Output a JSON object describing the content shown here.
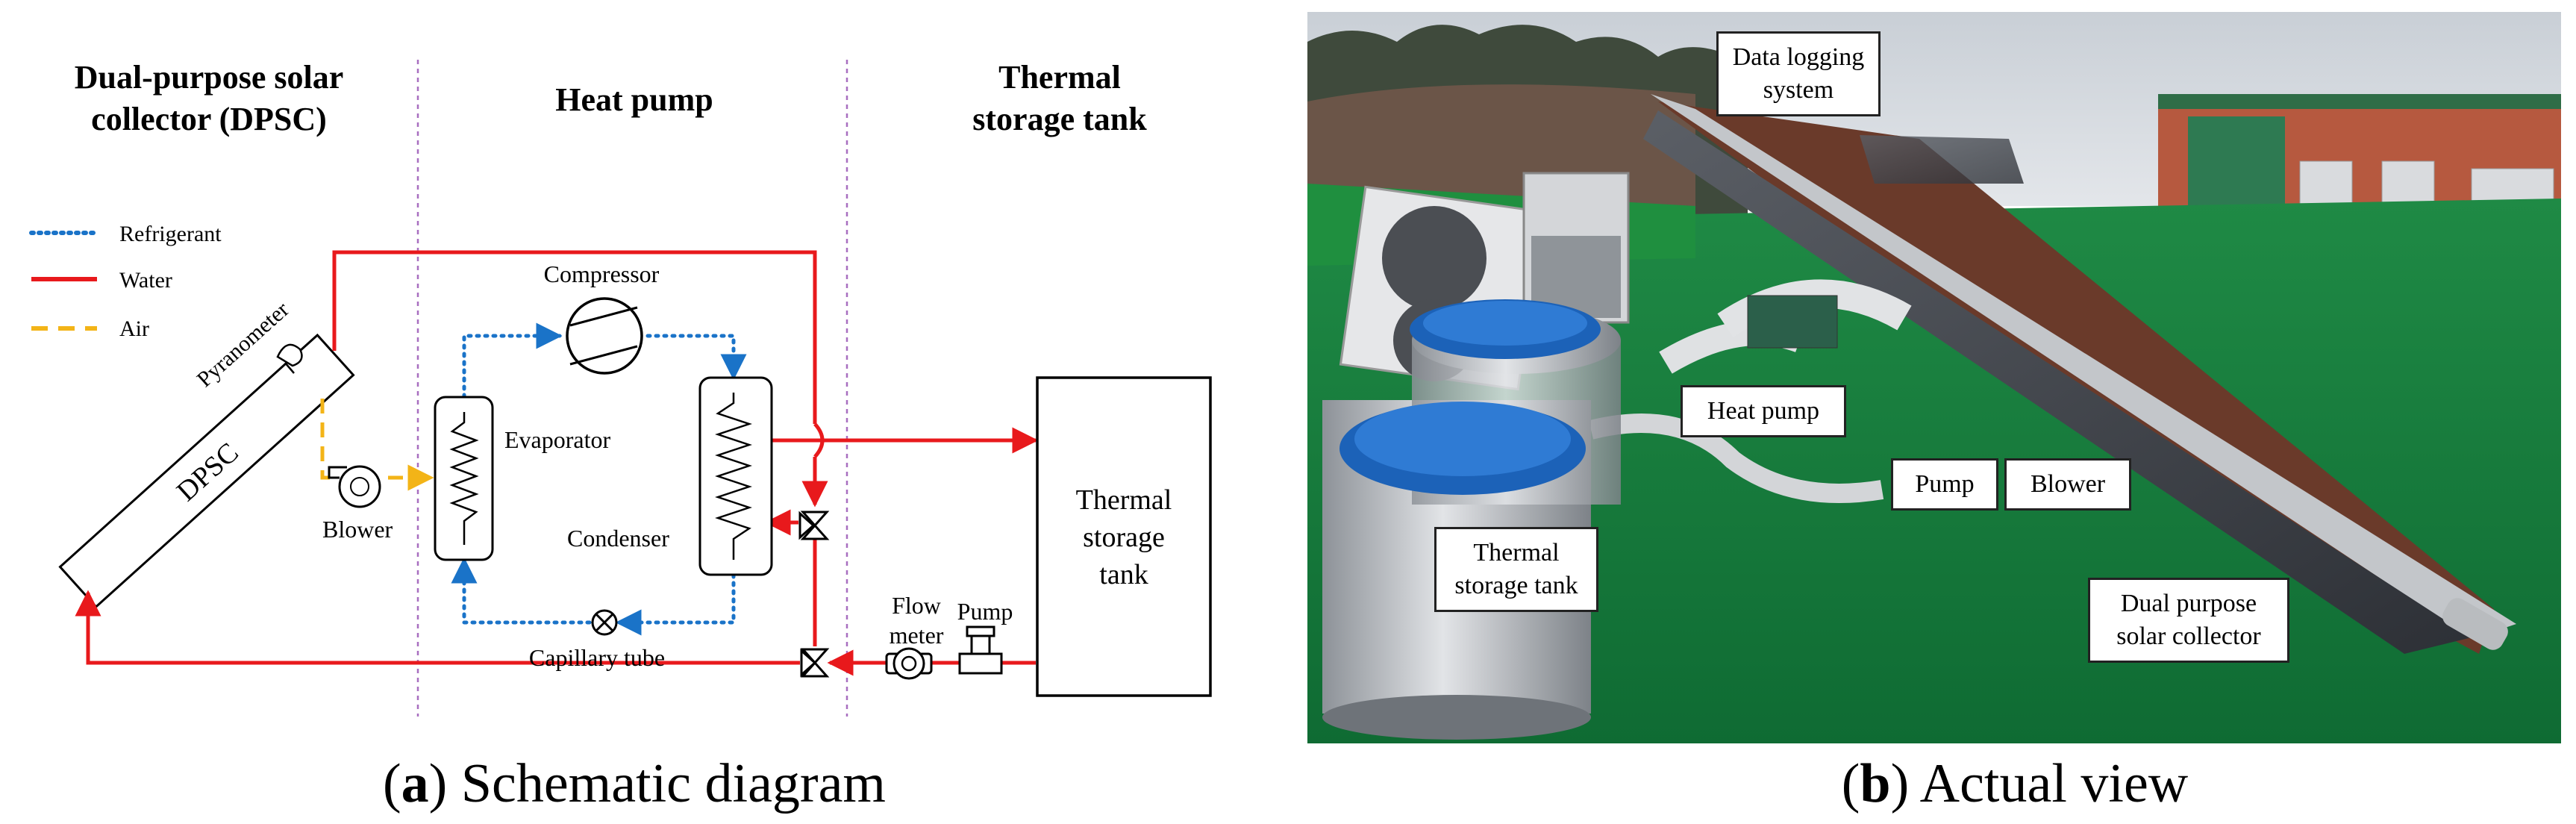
{
  "schematic": {
    "sections": {
      "dpsc_title_line1": "Dual-purpose solar",
      "dpsc_title_line2": "collector (DPSC)",
      "heat_pump_title": "Heat pump",
      "tank_title_line1": "Thermal",
      "tank_title_line2": "storage tank"
    },
    "legend": [
      {
        "label": "Refrigerant",
        "color": "#1a73c8",
        "style": "dotted"
      },
      {
        "label": "Water",
        "color": "#e8191c",
        "style": "solid"
      },
      {
        "label": "Air",
        "color": "#f3b417",
        "style": "dashed"
      }
    ],
    "components": {
      "pyranometer": "Pyranometer",
      "dpsc": "DPSC",
      "blower": "Blower",
      "evaporator": "Evaporator",
      "compressor": "Compressor",
      "condenser": "Condenser",
      "capillary_tube": "Capillary tube",
      "flow_meter_line1": "Flow",
      "flow_meter_line2": "meter",
      "pump": "Pump",
      "tank_line1": "Thermal",
      "tank_line2": "storage",
      "tank_line3": "tank"
    }
  },
  "photo_labels": {
    "data_logging_line1": "Data logging",
    "data_logging_line2": "system",
    "heat_pump": "Heat pump",
    "pump": "Pump",
    "blower": "Blower",
    "tank_line1": "Thermal",
    "tank_line2": "storage tank",
    "collector_line1": "Dual purpose",
    "collector_line2": "solar collector"
  },
  "captions": {
    "a_letter": "a",
    "a_text": " Schematic diagram",
    "b_letter": "b",
    "b_text": " Actual view"
  }
}
